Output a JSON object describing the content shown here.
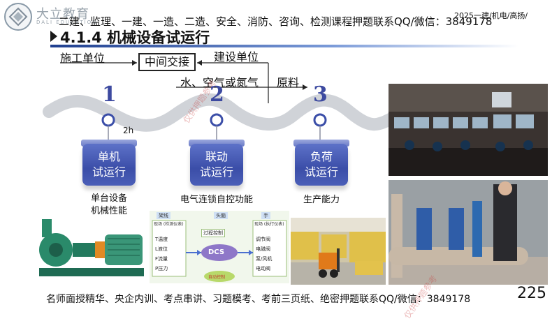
{
  "header": {
    "logo_text": "大立教育",
    "logo_sub": "DALI EDUCATION",
    "ad_top": "二建、监理、一建、一造、二造、安全、消防、咨询、检测课程押题联系QQ/微信：3849178",
    "course_tag": "2025一建/机电/高扬/"
  },
  "title": "4.1.4 机械设备试运行",
  "flow": {
    "left_party": "施工单位",
    "middle": "中间交接",
    "right_party": "建设单位",
    "materials": "水、空气或氮气",
    "raw": "原料"
  },
  "stages": [
    {
      "number": "1",
      "line1": "单机",
      "line2": "试运行",
      "desc1": "单台设备",
      "desc2": "机械性能",
      "note": "2h"
    },
    {
      "number": "2",
      "line1": "联动",
      "line2": "试运行",
      "desc1": "电气连锁自控功能",
      "desc2": ""
    },
    {
      "number": "3",
      "line1": "负荷",
      "line2": "试运行",
      "desc1": "生产能力",
      "desc2": ""
    }
  ],
  "dcs_diagram": {
    "top_left": "架线",
    "top_mid": "头脑",
    "top_right": "手",
    "left_box": "现场 (检测仪表)",
    "center": "DCS",
    "mid_top": "过程控制",
    "right_box": "现场 (执行仪表)",
    "bottom": "自动控制",
    "left_items": [
      "T温度",
      "L液位",
      "F流量",
      "P压力"
    ],
    "right_items": [
      "调节阀",
      "电磁阀",
      "泵/风机",
      "电动阀"
    ]
  },
  "watermark": "仅供押题参考",
  "footer": "名师面授精华、央企内训、考点串讲、习题模考、考前三页纸、绝密押题联系QQ/微信：3849178",
  "page_number": "225",
  "colors": {
    "accent": "#3b4ea8",
    "title_bar": "#1f3f8f",
    "wave": "#d0d3d8"
  }
}
